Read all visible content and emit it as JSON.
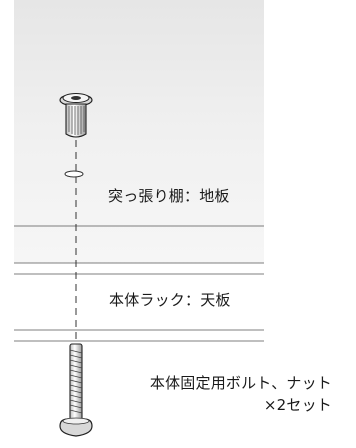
{
  "labels": {
    "shelf_board": "突っ張り棚：地板",
    "rack_top": "本体ラック：天板",
    "bolt_nut_line1": "本体固定用ボルト、ナット",
    "bolt_nut_line2": "×2セット"
  },
  "parts": {
    "nut": "insert-nut-icon",
    "bolt": "fixing-bolt-icon"
  },
  "colors": {
    "shelf_fill_top": "#e3e3e3",
    "shelf_fill_bottom": "#f6f6f6",
    "line": "#555555",
    "text": "#1a1a1a"
  }
}
